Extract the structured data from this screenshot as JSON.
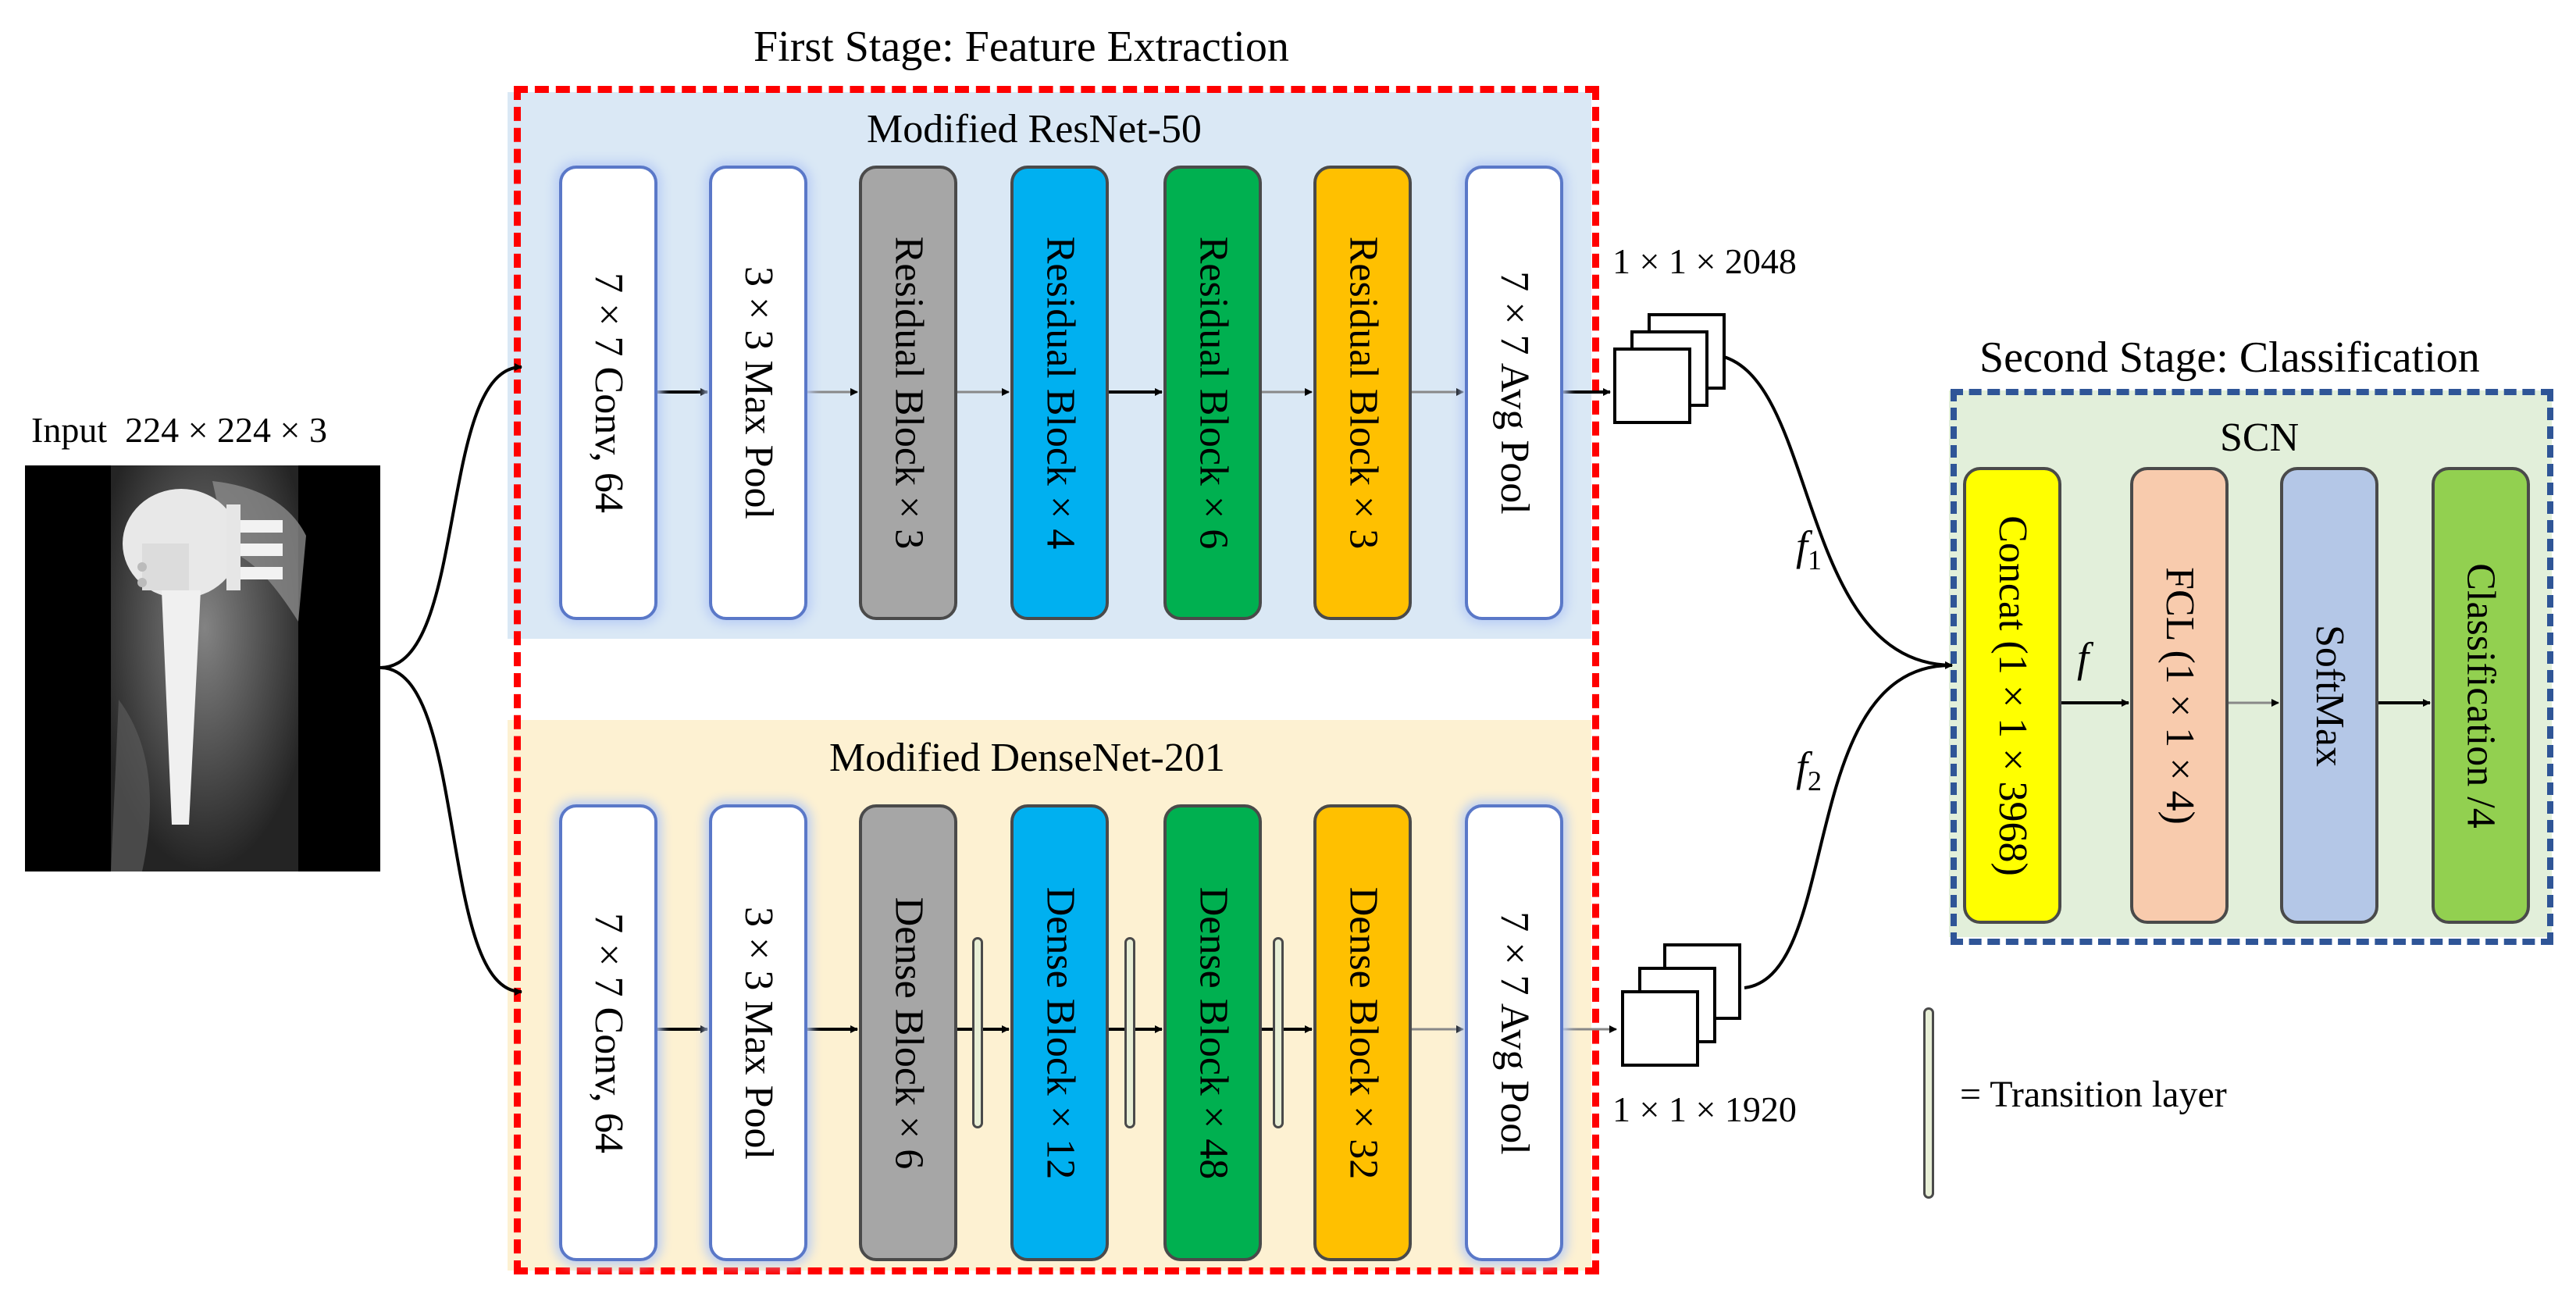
{
  "titles": {
    "first_stage": "First Stage: Feature Extraction",
    "second_stage": "Second Stage: Classification"
  },
  "input": {
    "label": "Input",
    "dims": "224 × 224 × 3"
  },
  "resnet": {
    "title": "Modified ResNet-50",
    "blocks": [
      "7 × 7 Conv, 64",
      "3 × 3 Max Pool",
      "Residual Block × 3",
      "Residual Block × 4",
      "Residual Block × 6",
      "Residual Block × 3",
      "7 × 7 Avg Pool"
    ],
    "output_dims": "1 × 1 × 2048"
  },
  "densenet": {
    "title": "Modified DenseNet-201",
    "blocks": [
      "7 × 7 Conv, 64",
      "3 × 3 Max Pool",
      "Dense Block × 6",
      "Dense Block × 12",
      "Dense Block × 48",
      "Dense Block × 32",
      "7 × 7 Avg Pool"
    ],
    "output_dims": "1 × 1 × 1920"
  },
  "features": {
    "f1": "f",
    "f1_sub": "1",
    "f2": "f",
    "f2_sub": "2",
    "f": "f"
  },
  "scn": {
    "title": "SCN",
    "blocks": [
      "Concat (1 × 1 × 3968)",
      "FCL (1 × 1 × 4)",
      "SoftMax",
      "Classification /4"
    ]
  },
  "legend": {
    "transition": "= Transition layer"
  },
  "colors": {
    "white": "#ffffff",
    "gray": "#a6a6a6",
    "blue": "#00b0f0",
    "green": "#00b050",
    "orange": "#ffc000",
    "yellow": "#ffff00",
    "salmon": "#f8cbad",
    "lavender": "#b4c7e7",
    "lime": "#92d050",
    "resnet_bg": "#dae8f5",
    "densenet_bg": "#fdf1d2",
    "scn_bg": "#e2efda",
    "first_stage_border": "#ff0000",
    "second_stage_border": "#2f5597"
  }
}
